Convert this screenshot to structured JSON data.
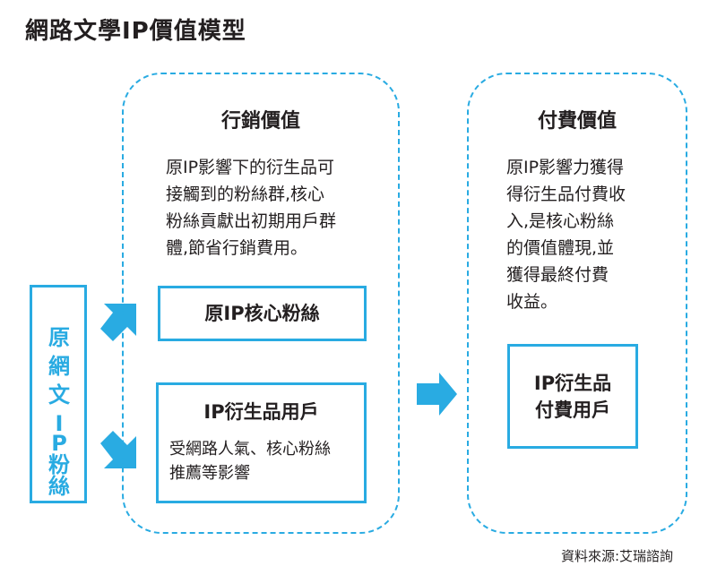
{
  "title": "網路文學IP價值模型",
  "source_note": "資料來源:艾瑞諮詢",
  "left_box": {
    "chars": [
      "原",
      "網",
      "文",
      "I",
      "P",
      "粉",
      "絲"
    ]
  },
  "marketing": {
    "heading": "行銷價值",
    "desc_lines": [
      "原IP影響下的衍生品可",
      "接觸到的粉絲群,核心",
      "粉絲貢獻出初期用戶群",
      "體,節省行銷費用。"
    ],
    "core_fans": "原IP核心粉絲",
    "derivative_users": {
      "title": "IP衍生品用戶",
      "desc_lines": [
        "受網路人氣、核心粉絲",
        "推薦等影響"
      ]
    }
  },
  "paid": {
    "heading": "付費價值",
    "desc_lines": [
      "原IP影響力獲得",
      "得衍生品付費收",
      "入,是核心粉絲",
      "的價值體現,並",
      "獲得最終付費",
      "收益。"
    ],
    "box_lines": [
      "IP衍生品",
      "付費用戶"
    ]
  },
  "colors": {
    "accent": "#29abe2",
    "text": "#231f20"
  }
}
